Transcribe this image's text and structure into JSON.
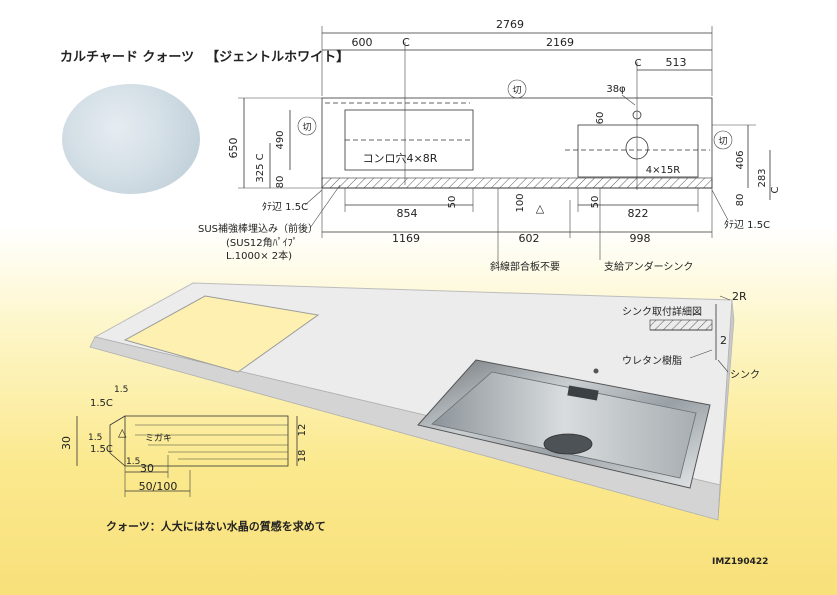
{
  "header": {
    "product": "カルチャード クォーツ",
    "color_name": "【ジェントルホワイト】"
  },
  "top_view": {
    "dims": {
      "overall_width": "2769",
      "left_offset": "600",
      "center_mark": "C",
      "right_span": "2169",
      "sink_center_offset": "513",
      "faucet_hole": "38φ",
      "hole_offset": "60",
      "depth": "650",
      "inner_depth": "490",
      "center_depth": "325 C",
      "front_margin": "80",
      "hob_cutout": "コンロ穴4×8R",
      "hob_offset": "50",
      "hob_width": "854",
      "middle_gap": "100",
      "left_section": "1169",
      "middle_section": "602",
      "right_section": "998",
      "sink_corner": "4×15R",
      "sink_offset": "50",
      "sink_width": "822",
      "right_depth": "406",
      "right_center": "283",
      "right_c": "C",
      "right_front": "80",
      "left_edge": "ﾀﾃ辺 1.5C",
      "right_edge": "ﾀﾃ辺 1.5C",
      "cut_mark": "切",
      "triangle": "△"
    },
    "notes": {
      "sus_reinforce": "SUS補強棒埋込み（前後）",
      "sus_pipe": "(SUS12角ﾊﾟｲﾌﾟ",
      "sus_length": "L.1000× 2本)",
      "diagonal_note": "斜線部合板不要",
      "undersink_note": "支給アンダーシンク"
    }
  },
  "sink_detail": {
    "title": "シンク取付詳細図",
    "radius": "2R",
    "gap": "2",
    "urethane": "ウレタン樹脂",
    "sink": "シンク"
  },
  "edge_detail": {
    "chamfer_top": "1.5C",
    "chamfer_bottom": "1.5C",
    "small_top": "1.5",
    "small_mid": "1.5",
    "small_bottom": "1.5",
    "thickness": "30",
    "d12": "12",
    "d18": "18",
    "polish": "ミガキ",
    "width30": "30",
    "width_range": "50/100"
  },
  "caption": "クォーツ：人大にはない水晶の質感を求めて",
  "code": "IMZ190422"
}
